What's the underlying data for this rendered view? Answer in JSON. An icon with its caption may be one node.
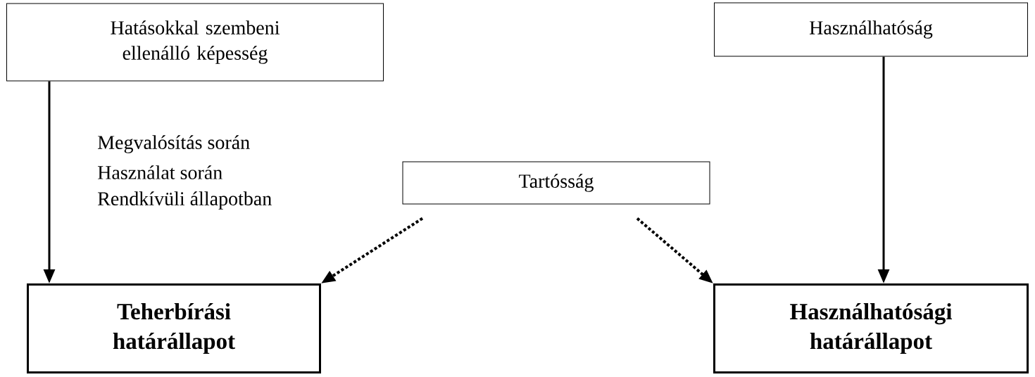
{
  "diagram": {
    "nodes": [
      {
        "text": [
          "Hatásokkal szembeni ellenálló képesség"
        ]
      },
      {
        "text": [
          "Használhatóság"
        ]
      },
      {
        "text": [
          "Tartósság"
        ]
      },
      {
        "text": [
          "Teherbírási határállapot"
        ]
      },
      {
        "text": [
          "Használhatósági határállapot"
        ]
      }
    ],
    "edges": [
      {
        "from": 0,
        "to": 3,
        "arrow": "to"
      },
      {
        "from": 1,
        "to": 4,
        "arrow": "to"
      },
      {
        "from": 2,
        "to": 3,
        "arrow": "to",
        "style": "dashed"
      },
      {
        "from": 2,
        "to": 4,
        "arrow": "to",
        "style": "dashed"
      }
    ],
    "labels": [
      "Megvalósítás során",
      "Használat során",
      "Rendkívüli állapotban"
    ]
  }
}
